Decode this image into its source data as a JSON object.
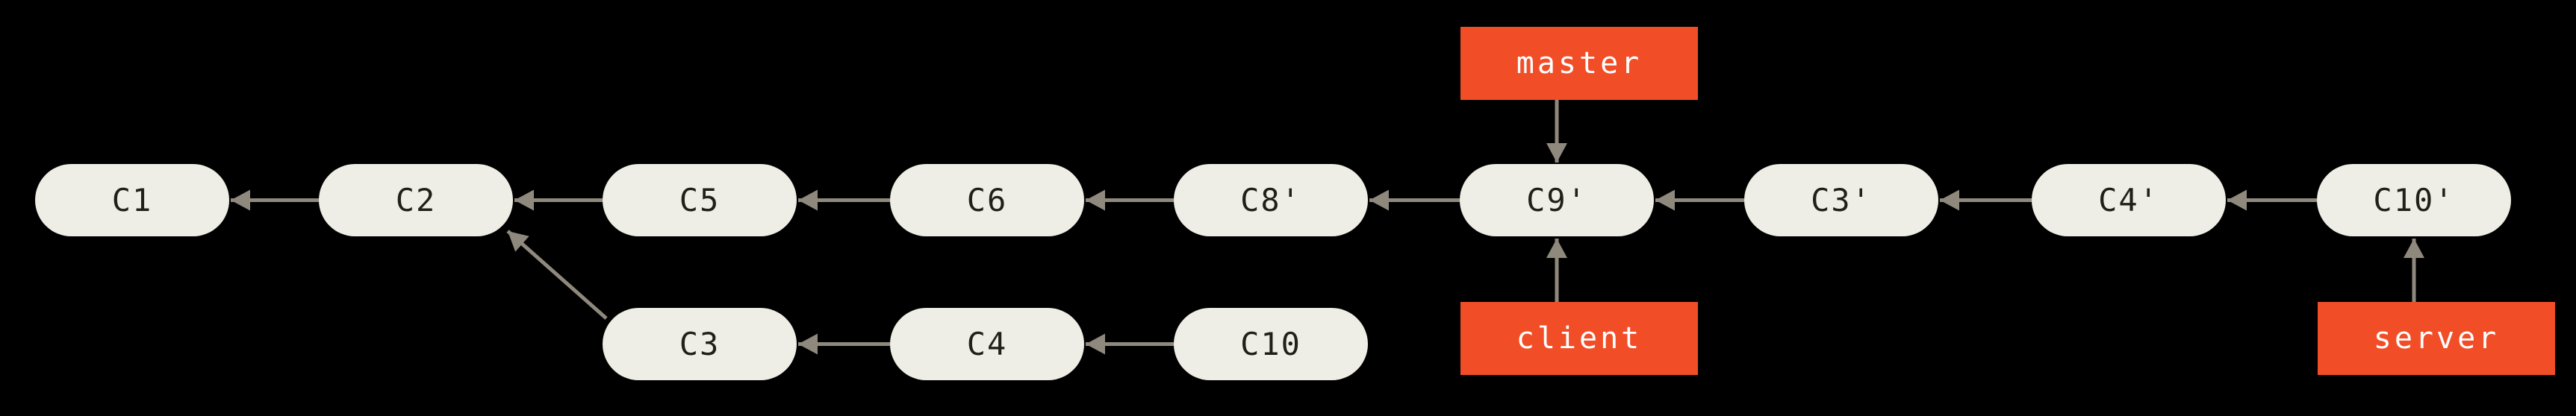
{
  "diagram": {
    "type": "git-commit-graph",
    "colors": {
      "background": "#000000",
      "commit_fill": "#EFEEE6",
      "commit_text": "#211F1A",
      "arrow": "#8F897D",
      "branch_fill": "#F14E28",
      "branch_text": "#FFFFFF"
    },
    "commits": {
      "c1": "C1",
      "c2": "C2",
      "c5": "C5",
      "c6": "C6",
      "c8p": "C8'",
      "c9p": "C9'",
      "c3p": "C3'",
      "c4p": "C4'",
      "c10p": "C10'",
      "c3": "C3",
      "c4": "C4",
      "c10": "C10"
    },
    "branches": {
      "master": "master",
      "client": "client",
      "server": "server"
    },
    "edges": [
      {
        "from": "C2",
        "to": "C1"
      },
      {
        "from": "C5",
        "to": "C2"
      },
      {
        "from": "C6",
        "to": "C5"
      },
      {
        "from": "C8'",
        "to": "C6"
      },
      {
        "from": "C9'",
        "to": "C8'"
      },
      {
        "from": "C3'",
        "to": "C9'"
      },
      {
        "from": "C4'",
        "to": "C3'"
      },
      {
        "from": "C10'",
        "to": "C4'"
      },
      {
        "from": "C3",
        "to": "C2"
      },
      {
        "from": "C4",
        "to": "C3"
      },
      {
        "from": "C10",
        "to": "C4"
      },
      {
        "from": "master",
        "to": "C9'"
      },
      {
        "from": "client",
        "to": "C9'"
      },
      {
        "from": "server",
        "to": "C10'"
      }
    ]
  }
}
